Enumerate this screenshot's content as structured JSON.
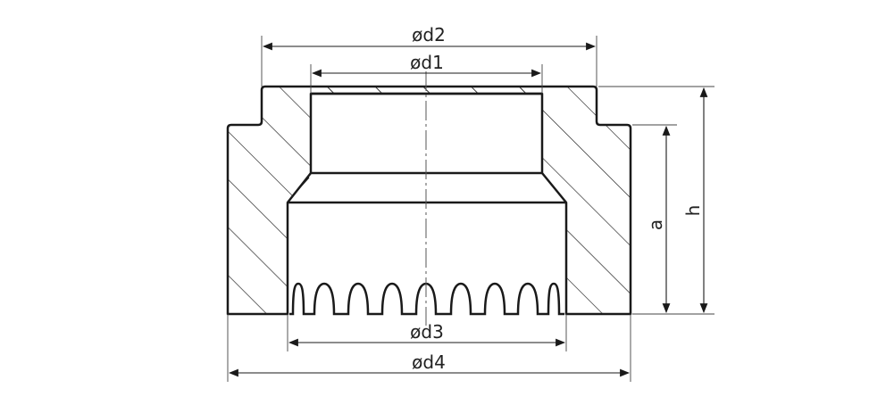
{
  "dimensions": {
    "d2": "ød2",
    "d1": "ød1",
    "d3": "ød3",
    "d4": "ød4",
    "a": "a",
    "h": "h"
  },
  "colors": {
    "line": "#1a1a1a",
    "thin": "#444444"
  }
}
